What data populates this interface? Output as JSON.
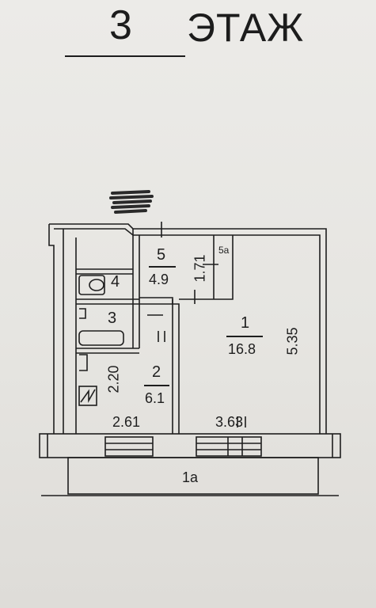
{
  "header": {
    "floor_number": "3",
    "floor_word": "ЭТАЖ"
  },
  "rooms": {
    "room_1": {
      "number": "1",
      "area": "16.8"
    },
    "room_2": {
      "number": "2",
      "area": "6.1"
    },
    "room_3": {
      "number": "3"
    },
    "room_4": {
      "number": "4"
    },
    "room_5": {
      "number": "5",
      "area": "4.9"
    },
    "room_5a": {
      "number": "5а"
    },
    "room_1a": {
      "number": "1а"
    }
  },
  "dimensions": {
    "corridor_length": "1.71",
    "hall_height": "2.20",
    "hall_width": "2.61",
    "living_width": "3.63",
    "living_length": "5.35"
  },
  "colors": {
    "ink": "#1e1e1e",
    "paper": "#e8e7e3",
    "redaction": "#2a2a2a"
  }
}
